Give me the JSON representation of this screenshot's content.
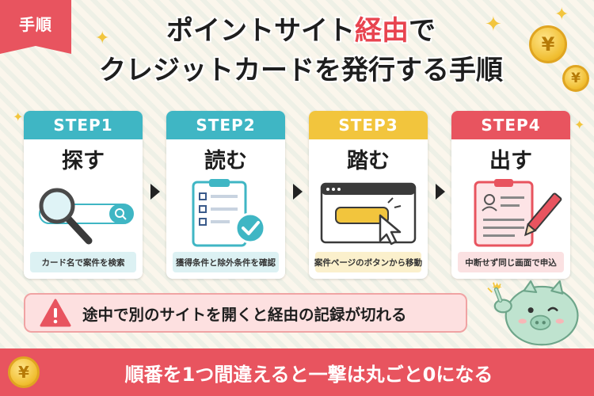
{
  "tag": "手順",
  "title": {
    "line1_pre": "ポイントサイト",
    "line1_highlight": "経由",
    "line1_post": "で",
    "line2": "クレジットカードを発行する手順"
  },
  "steps": [
    {
      "label": "STEP1",
      "verb": "探す",
      "caption": "カード名で案件を検索",
      "color": "#3fb6c4",
      "caption_bg": "#dcf1f3"
    },
    {
      "label": "STEP2",
      "verb": "読む",
      "caption": "獲得条件と除外条件を確認",
      "color": "#3fb6c4",
      "caption_bg": "#dcf1f3"
    },
    {
      "label": "STEP3",
      "verb": "踏む",
      "caption": "案件ページのボタンから移動",
      "color": "#f2c53d",
      "caption_bg": "#fbf0cc"
    },
    {
      "label": "STEP4",
      "verb": "出す",
      "caption": "中断せず同じ画面で申込",
      "color": "#e8545f",
      "caption_bg": "#fbe1e2"
    }
  ],
  "warning": "途中で別のサイトを開くと経由の記録が切れる",
  "banner": "順番を1つ間違えると一撃は丸ごと0になる",
  "coin_symbol": "¥",
  "colors": {
    "accent_red": "#e8545f",
    "teal": "#3fb6c4",
    "yellow": "#f2c53d",
    "pig": "#bfe3cf"
  }
}
